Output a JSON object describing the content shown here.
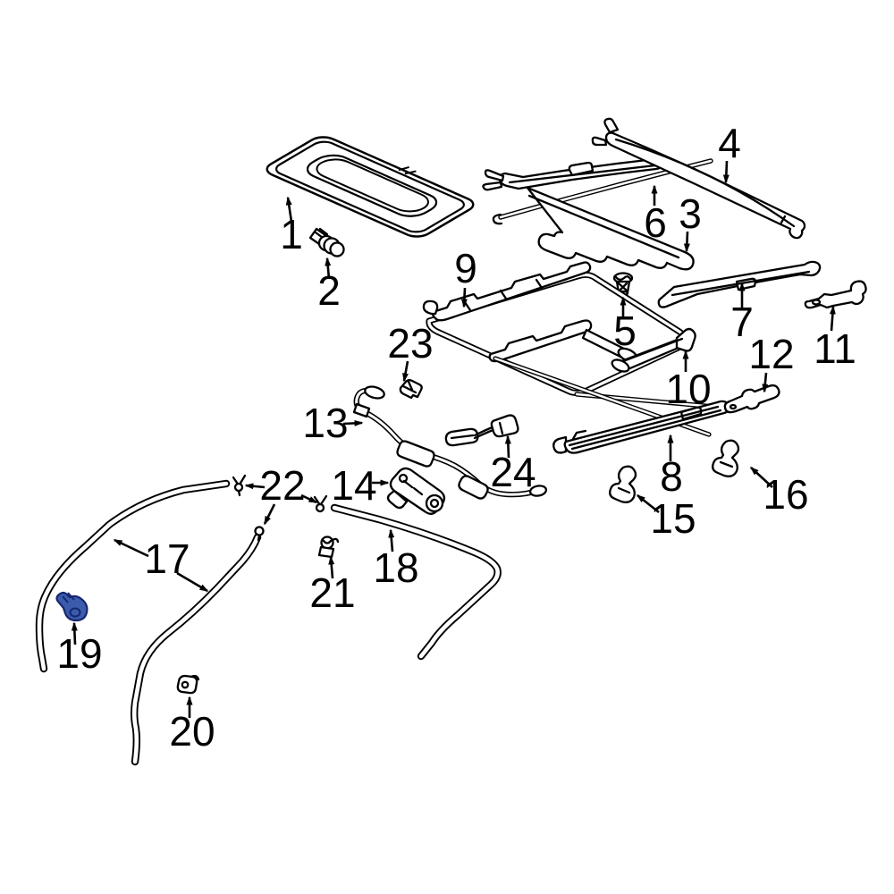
{
  "diagram": {
    "background_color": "#ffffff",
    "line_color": "#000000",
    "highlight_color": "#3b5cad",
    "highlighted_part": "19",
    "callouts": {
      "n1": "1",
      "n2": "2",
      "n3": "3",
      "n4": "4",
      "n5": "5",
      "n6": "6",
      "n7": "7",
      "n8": "8",
      "n9": "9",
      "n10": "10",
      "n11": "11",
      "n12": "12",
      "n13": "13",
      "n14": "14",
      "n15": "15",
      "n16": "16",
      "n17": "17",
      "n18": "18",
      "n19": "19",
      "n20": "20",
      "n21": "21",
      "n22": "22",
      "n23": "23",
      "n24": "24"
    }
  }
}
